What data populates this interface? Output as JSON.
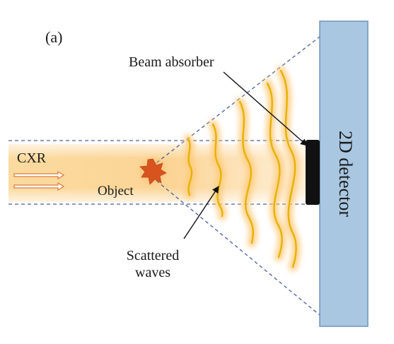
{
  "panel_label": "(a)",
  "labels": {
    "beam_absorber": "Beam absorber",
    "cxr": "CXR",
    "object": "Object",
    "scattered_line1": "Scattered",
    "scattered_line2": "waves",
    "detector": "2D detector"
  },
  "colors": {
    "beam": "#f9c46b",
    "beam_core": "#fbd48b",
    "wave": "#e8b200",
    "wave_glow": "#fdd48a",
    "object": "#d8541e",
    "arrow": "#e07a3a",
    "dash": "#4a5f9a",
    "detector_fill": "#a9c7e1",
    "detector_edge": "#6e93b9",
    "absorber": "#111111"
  },
  "icons": {
    "object": "star-burst-icon",
    "incident_arrows": "double-arrow-right-icon"
  }
}
